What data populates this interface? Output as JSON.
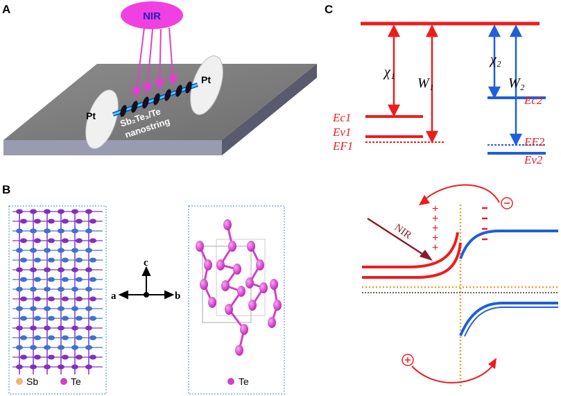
{
  "panel_a": {
    "letter": "A",
    "nir_label": "NIR",
    "electrode_left": "Pt",
    "electrode_right": "Pt",
    "device_label_line1": "Sb₂Te₃/Te",
    "device_label_line2": "nanostring"
  },
  "panel_b": {
    "letter": "B",
    "legend_sb": "Sb",
    "legend_te": "Te",
    "legend_te_right": "Te",
    "axis_c": "c",
    "axis_a": "a",
    "axis_b": "b",
    "colors": {
      "sb": "#f0b47c",
      "te": "#d040c8",
      "te_dark": "#8030c0",
      "sb_dark": "#4070d0"
    }
  },
  "panel_c": {
    "letter": "C",
    "chi1": "χ₁",
    "chi2": "χ₂",
    "w1": "W₁",
    "w2": "W₂",
    "ec1": "Ec1",
    "ev1": "Ev1",
    "ef1": "EF1",
    "ec2": "Ec2",
    "ef2": "EF2",
    "ev2": "Ev2",
    "nir_label": "NIR",
    "plus_signs": "+",
    "minus_signs": "−",
    "electron_symbol": "⊖",
    "hole_symbol": "⊕",
    "colors": {
      "red": "#ee1c1c",
      "blue": "#1f5fd8",
      "dark_red": "#8b1a2a",
      "orange": "#f0a020"
    }
  }
}
